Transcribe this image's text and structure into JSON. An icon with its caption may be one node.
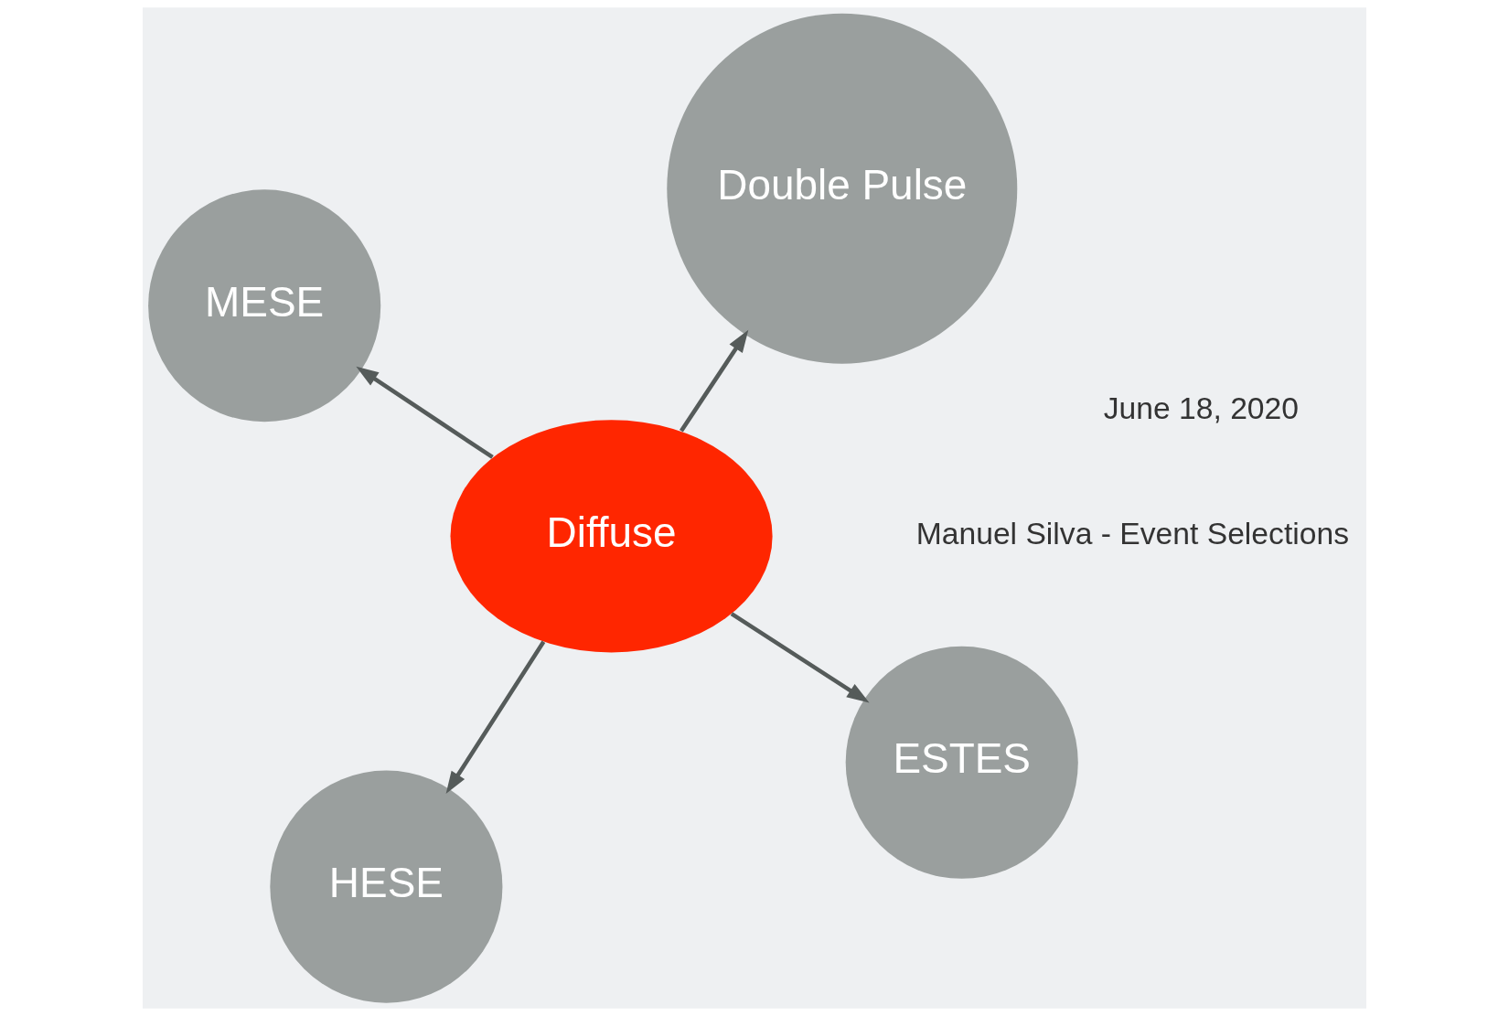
{
  "diagram": {
    "nodes": [
      {
        "text": [
          "Diffuse"
        ]
      },
      {
        "text": [
          "ESTES"
        ]
      },
      {
        "text": [
          "HESE"
        ]
      },
      {
        "text": [
          "MESE"
        ]
      },
      {
        "text": [
          "Double Pulse"
        ]
      }
    ],
    "edges": [
      {
        "from": 0,
        "to": 1,
        "arrow": "to"
      },
      {
        "from": 0,
        "to": 2,
        "arrow": "to"
      },
      {
        "from": 0,
        "to": 3,
        "arrow": "to"
      },
      {
        "from": 0,
        "to": 4,
        "arrow": "to"
      }
    ],
    "labels": [
      "June 18, 2020",
      "Manuel Silva - Event Selections"
    ]
  }
}
